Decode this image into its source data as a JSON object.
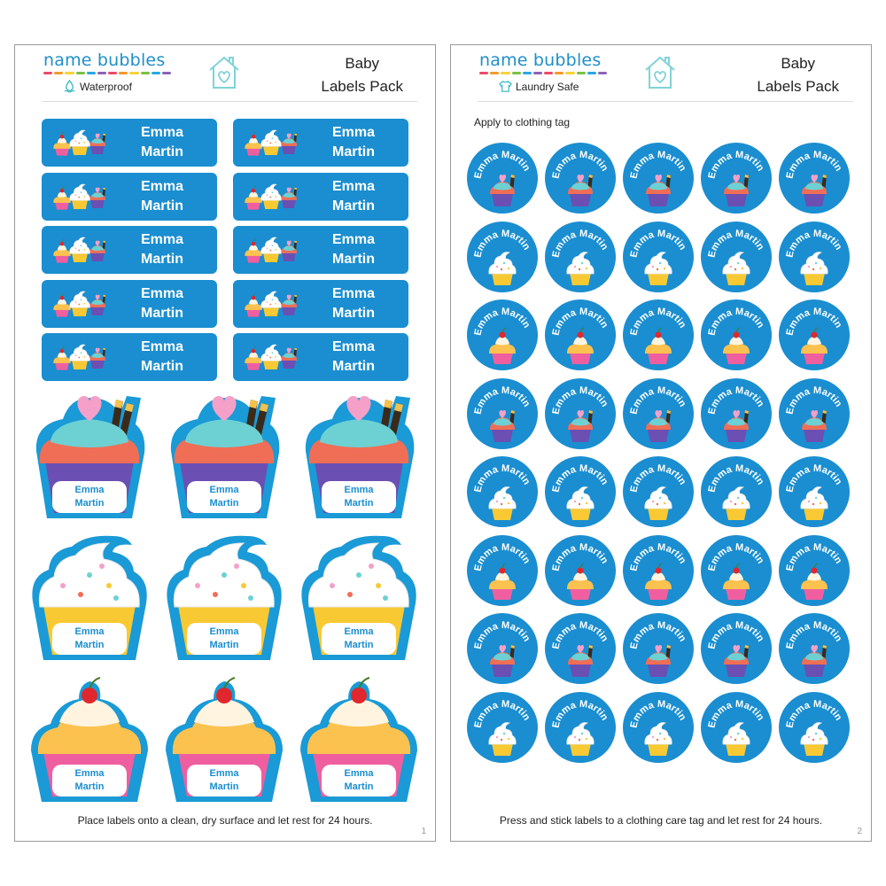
{
  "brand": {
    "name": "name bubbles",
    "dot_colors": [
      "#e94b6b",
      "#f39a2b",
      "#f7d23b",
      "#7ac143",
      "#27a9e1",
      "#8c63b8",
      "#e94b6b",
      "#f39a2b",
      "#f7d23b",
      "#7ac143",
      "#27a9e1",
      "#8c63b8"
    ]
  },
  "colors": {
    "label_blue": "#1a8ed0",
    "teal": "#27b3c0"
  },
  "pages": [
    {
      "badge": "Waterproof",
      "badge_icon": "water-drop-icon",
      "title_line1": "Baby",
      "title_line2": "Labels Pack",
      "rect_labels": [
        {
          "first": "Emma",
          "last": "Martin"
        },
        {
          "first": "Emma",
          "last": "Martin"
        },
        {
          "first": "Emma",
          "last": "Martin"
        },
        {
          "first": "Emma",
          "last": "Martin"
        },
        {
          "first": "Emma",
          "last": "Martin"
        },
        {
          "first": "Emma",
          "last": "Martin"
        },
        {
          "first": "Emma",
          "last": "Martin"
        },
        {
          "first": "Emma",
          "last": "Martin"
        },
        {
          "first": "Emma",
          "last": "Martin"
        },
        {
          "first": "Emma",
          "last": "Martin"
        }
      ],
      "cupcake_labels": [
        {
          "style": "heart",
          "first": "Emma",
          "last": "Martin"
        },
        {
          "style": "heart",
          "first": "Emma",
          "last": "Martin"
        },
        {
          "style": "heart",
          "first": "Emma",
          "last": "Martin"
        },
        {
          "style": "swirl",
          "first": "Emma",
          "last": "Martin"
        },
        {
          "style": "swirl",
          "first": "Emma",
          "last": "Martin"
        },
        {
          "style": "swirl",
          "first": "Emma",
          "last": "Martin"
        },
        {
          "style": "cherry",
          "first": "Emma",
          "last": "Martin"
        },
        {
          "style": "cherry",
          "first": "Emma",
          "last": "Martin"
        },
        {
          "style": "cherry",
          "first": "Emma",
          "last": "Martin"
        }
      ],
      "footer": "Place labels onto a clean, dry surface and let rest for 24 hours.",
      "page_number": "1"
    },
    {
      "badge": "Laundry Safe",
      "badge_icon": "shirt-icon",
      "title_line1": "Baby",
      "title_line2": "Labels Pack",
      "instruction": "Apply to clothing tag",
      "circle_name": "Emma Martin",
      "circle_rows": [
        "heart",
        "swirl",
        "cherry",
        "heart",
        "swirl",
        "cherry",
        "heart",
        "swirl"
      ],
      "footer": "Press and stick labels to a clothing care tag and let rest for 24 hours.",
      "page_number": "2"
    }
  ]
}
